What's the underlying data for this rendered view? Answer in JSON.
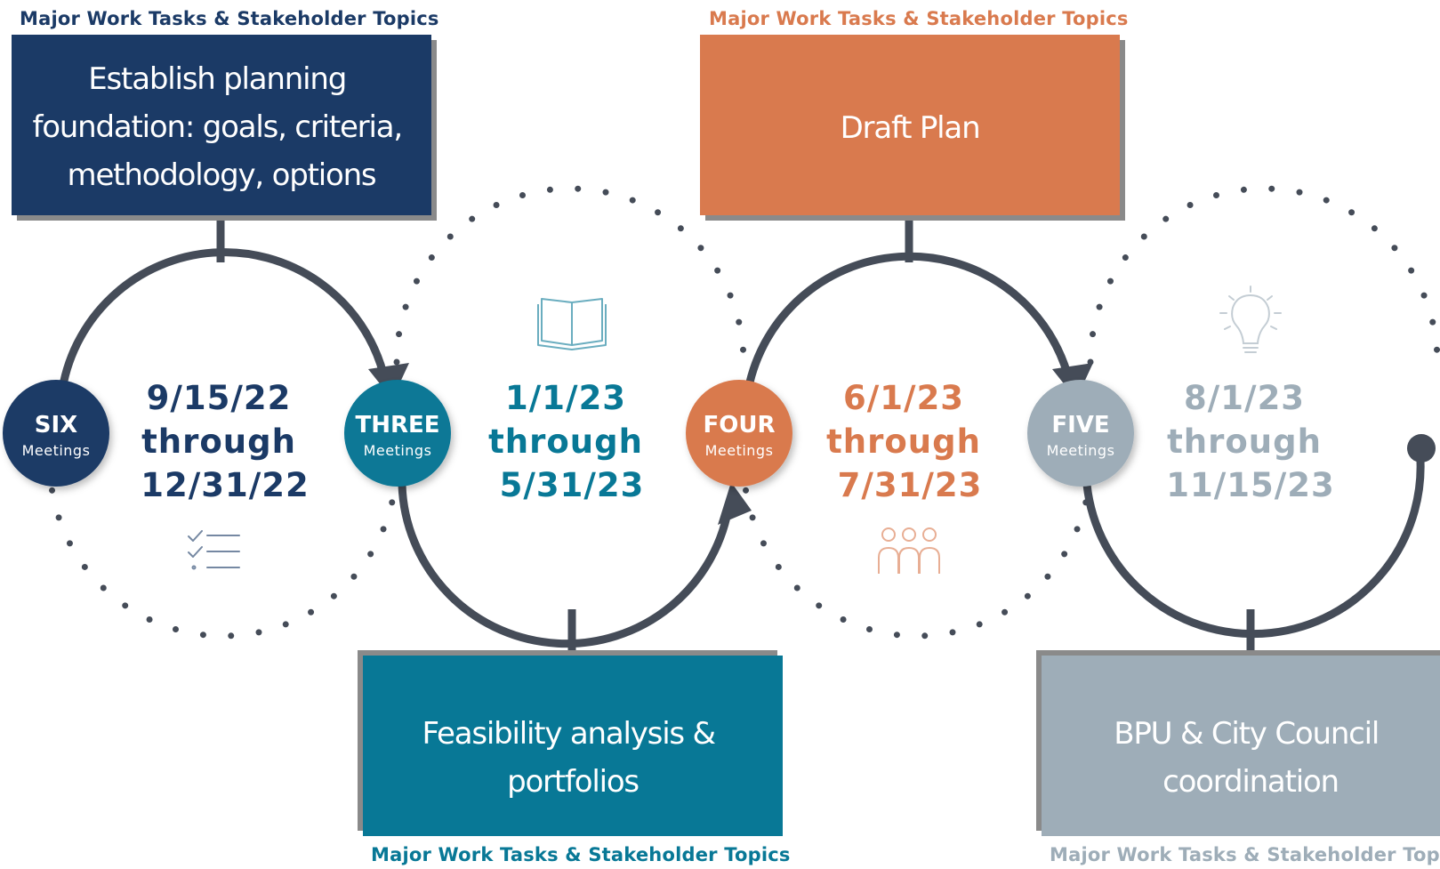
{
  "phases": [
    {
      "color": "#1b3a66",
      "caption": "Major Work Tasks & Stakeholder Topics",
      "task_lines": [
        "Establish planning",
        "foundation: goals, criteria,",
        "methodology, options"
      ],
      "count_word": "SIX",
      "count_sub": "Meetings",
      "dates": [
        "9/15/22",
        "through",
        "12/31/22"
      ],
      "icon": "checklist-icon"
    },
    {
      "color": "#087896",
      "caption": "Major Work Tasks & Stakeholder Topics",
      "task_lines": [
        "Feasibility analysis &",
        "portfolios"
      ],
      "count_word": "THREE",
      "count_sub": "Meetings",
      "dates": [
        "1/1/23",
        "through",
        "5/31/23"
      ],
      "icon": "open-book-icon"
    },
    {
      "color": "#d97a4e",
      "caption": "Major Work Tasks & Stakeholder Topics",
      "task_lines": [
        "Draft Plan"
      ],
      "count_word": "FOUR",
      "count_sub": "Meetings",
      "dates": [
        "6/1/23",
        "through",
        "7/31/23"
      ],
      "icon": "people-group-icon"
    },
    {
      "color": "#9eadb8",
      "caption": "Major Work Tasks & Stakeholder Topics",
      "task_lines": [
        "BPU & City Council",
        "coordination"
      ],
      "count_word": "FIVE",
      "count_sub": "Meetings",
      "dates": [
        "8/1/23",
        "through",
        "11/15/23"
      ],
      "icon": "lightbulb-icon"
    }
  ],
  "colors": {
    "connector": "#454c58",
    "dots": "#454c58",
    "shadow": "#8a8a8a"
  }
}
